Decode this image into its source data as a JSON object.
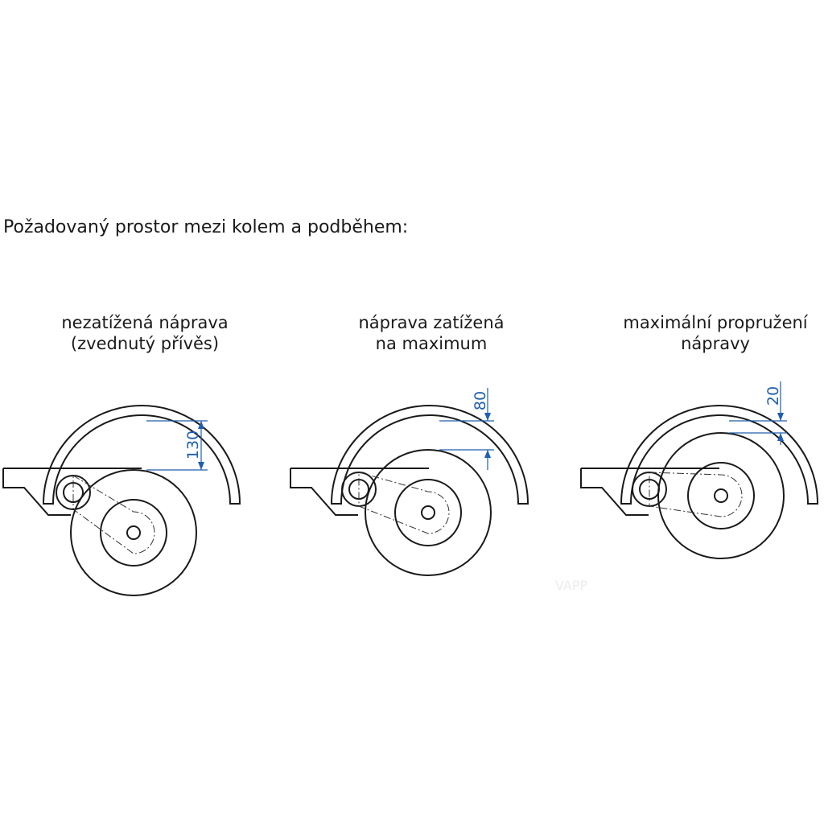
{
  "heading": "Požadovaný prostor mezi kolem a podběhem:",
  "panels": [
    {
      "caption_line1": "nezatížená náprava",
      "caption_line2": "(zvednutý přívěs)",
      "dimension": "130"
    },
    {
      "caption_line1": "náprava zatížená",
      "caption_line2": "na maximum",
      "dimension": "80"
    },
    {
      "caption_line1": "maximální propružení",
      "caption_line2": "nápravy",
      "dimension": "20"
    }
  ],
  "watermark": "VAPP",
  "colors": {
    "line": "#1a1a1a",
    "dimension": "#1f5fae"
  }
}
